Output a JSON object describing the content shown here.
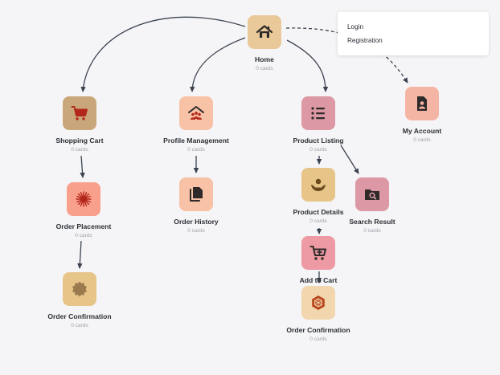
{
  "colors": {
    "edge": "#3c4350",
    "tan": "#e9c99a",
    "brown": "#c9a77a",
    "peach": "#f8c2a6",
    "rose": "#dc98a4",
    "salmon": "#f9a08c",
    "coral": "#f5b5a4",
    "pink": "#ee9aa4",
    "gold": "#e7c588",
    "cream": "#f2d6ae",
    "icon": "#2e2a2a",
    "icon_red": "#b3271b",
    "icon_brown": "#6b4a1f"
  },
  "dropdown": {
    "items": [
      {
        "label": "Login"
      },
      {
        "label": "Registration"
      }
    ]
  },
  "nodes": [
    {
      "id": "home",
      "label": "Home",
      "count": "0 cards",
      "color": "tan",
      "icon": "home-icon"
    },
    {
      "id": "shopping-cart",
      "label": "Shopping Cart",
      "count": "0 cards",
      "color": "brown",
      "icon": "cart-icon"
    },
    {
      "id": "profile-management",
      "label": "Profile Management",
      "count": "0 cards",
      "color": "peach",
      "icon": "team-icon"
    },
    {
      "id": "product-listing",
      "label": "Product Listing",
      "count": "0 cards",
      "color": "rose",
      "icon": "list-icon"
    },
    {
      "id": "my-account",
      "label": "My Account",
      "count": "0 cards",
      "color": "coral",
      "icon": "account-icon"
    },
    {
      "id": "order-placement",
      "label": "Order Placement",
      "count": "0 cards",
      "color": "salmon",
      "icon": "burst-icon"
    },
    {
      "id": "order-history",
      "label": "Order History",
      "count": "0 cards",
      "color": "peach",
      "icon": "copy-icon"
    },
    {
      "id": "product-details",
      "label": "Product Details",
      "count": "0 cards",
      "color": "gold",
      "icon": "hand-icon"
    },
    {
      "id": "search-result",
      "label": "Search Result",
      "count": "0 cards",
      "color": "rose",
      "icon": "folder-search-icon"
    },
    {
      "id": "add-to-cart",
      "label": "Add to Cart",
      "count": "0 cards",
      "color": "pink",
      "icon": "cart-add-icon"
    },
    {
      "id": "order-confirmation-1",
      "label": "Order Confirmation",
      "count": "0 cards",
      "color": "gold",
      "icon": "badge-icon"
    },
    {
      "id": "order-confirmation-2",
      "label": "Order Confirmation",
      "count": "0 cards",
      "color": "cream",
      "icon": "hexagon-icon"
    }
  ]
}
